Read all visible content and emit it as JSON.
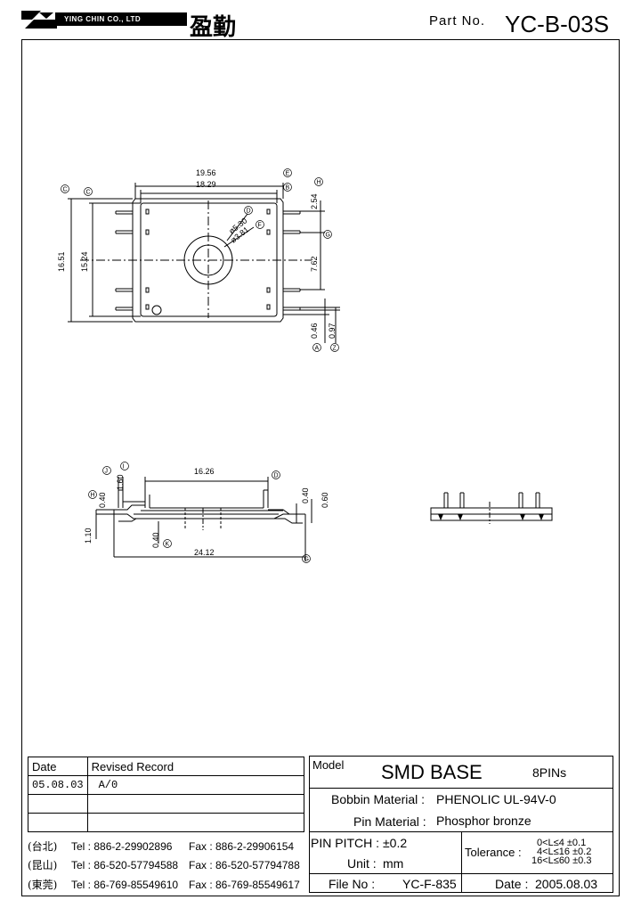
{
  "header": {
    "company": "YING CHIN CO., LTD",
    "company_cn": "盈勤",
    "part_label": "Part No.",
    "part_no": "YC-B-03S"
  },
  "drawing": {
    "top_view": {
      "d1": "19.56",
      "d2": "18.29",
      "d3": "16.51",
      "d4": "15.24",
      "d5": "2.54",
      "d6": "7.62",
      "d7": "0.46",
      "d8": "0.97",
      "d9": "ø5.30",
      "d10": "ø3.81",
      "balloons": [
        "C",
        "C",
        "E",
        "B",
        "D",
        "H",
        "F",
        "G",
        "A",
        "Z"
      ]
    },
    "side_view": {
      "d1": "16.26",
      "d2": "1.60",
      "d3": "0.40",
      "d4": "1.10",
      "d5": "0.40",
      "d6": "24.12",
      "d7": "0.40",
      "d8": "0.60",
      "balloons": [
        "H",
        "J",
        "I",
        "D",
        "K",
        "G"
      ]
    }
  },
  "revision": {
    "date_header": "Date",
    "record_header": "Revised  Record",
    "rows": [
      {
        "date": "05.08.03",
        "record": "A/0"
      },
      {
        "date": "",
        "record": ""
      },
      {
        "date": "",
        "record": ""
      }
    ]
  },
  "contacts": [
    {
      "city": "(台北)",
      "tel": "Tel : 886-2-29902896",
      "fax": "Fax : 886-2-29906154"
    },
    {
      "city": "(昆山)",
      "tel": "Tel : 86-520-57794588",
      "fax": "Fax : 86-520-57794788"
    },
    {
      "city": "(東莞)",
      "tel": "Tel : 86-769-85549610",
      "fax": "Fax : 86-769-85549617"
    }
  ],
  "spec": {
    "model_label": "Model",
    "model": "SMD BASE",
    "pins": "8PINs",
    "bobbin_label": "Bobbin  Material :",
    "bobbin": "PHENOLIC UL-94V-0",
    "pin_label": "Pin  Material :",
    "pin": "Phosphor bronze",
    "pitch_label": "PIN  PITCH :",
    "pitch": "±0.2",
    "unit_label": "Unit :",
    "unit": "mm",
    "tolerance_label": "Tolerance :",
    "tol1": "0<L≤4  ±0.1",
    "tol2": "4<L≤16 ±0.2",
    "tol3": "16<L≤60 ±0.3",
    "file_label": "File  No :",
    "file": "YC-F-835",
    "date_label": "Date :",
    "date": "2005.08.03"
  }
}
